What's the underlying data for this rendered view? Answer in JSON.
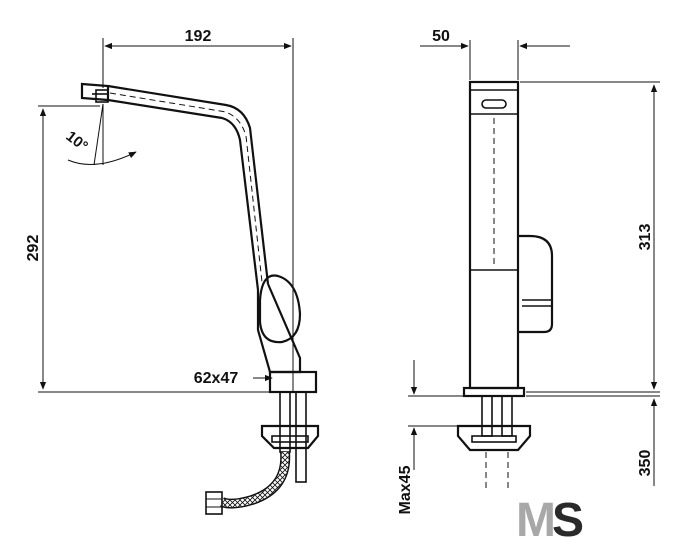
{
  "dimensions": {
    "width": "192",
    "spout_angle": "10°",
    "height": "292",
    "base_size": "62x47",
    "depth": "50",
    "total_height": "313",
    "max_thickness": "Max45",
    "hose_length": "350"
  },
  "logo": {
    "letter_m": "M",
    "letter_s": "S",
    "color_m": "#a8a8a8",
    "color_s": "#2a2a2a"
  },
  "colors": {
    "line": "#111111",
    "background": "#ffffff"
  }
}
